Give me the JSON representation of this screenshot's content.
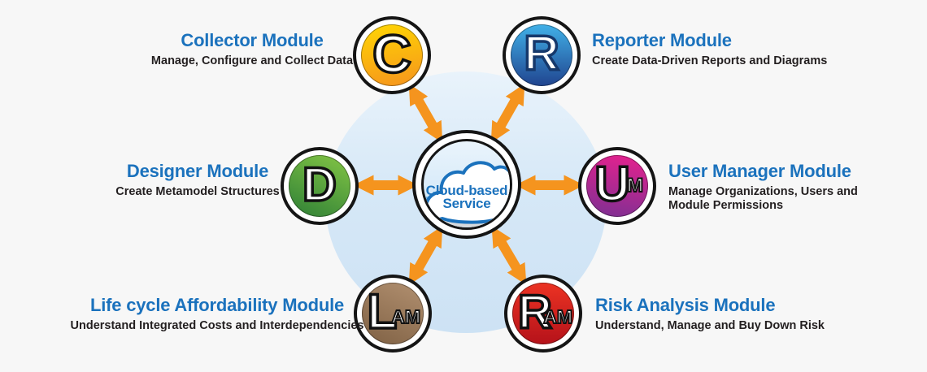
{
  "colors": {
    "title_blue": "#1b72bd",
    "subtitle_text": "#231f20",
    "arrow_orange": "#f5941e",
    "cloud_outline": "#1b72bd",
    "page_background": "#f7f7f7",
    "halo_top": "#e9f3fb",
    "halo_bottom": "#cde2f4"
  },
  "center": {
    "line1": "Cloud-based",
    "line2": "Service"
  },
  "modules": [
    {
      "id": "collector",
      "title": "Collector Module",
      "subtitle": "Manage, Configure and Collect Data",
      "letter": "C",
      "suffix": "",
      "icon_top": "#ffd603",
      "icon_bottom": "#f6941d",
      "letter_outline": "#111111"
    },
    {
      "id": "reporter",
      "title": "Reporter Module",
      "subtitle": "Create Data-Driven Reports and Diagrams",
      "letter": "R",
      "suffix": "",
      "icon_top": "#41b1e8",
      "icon_bottom": "#20448f",
      "letter_outline": "#16386b"
    },
    {
      "id": "designer",
      "title": "Designer Module",
      "subtitle": "Create Metamodel Structures",
      "letter": "D",
      "suffix": "",
      "icon_top": "#84c645",
      "icon_bottom": "#2e7f36",
      "letter_outline": "#111111"
    },
    {
      "id": "user-manager",
      "title": "User Manager Module",
      "subtitle": "Manage Organizations, Users and\nModule Permissions",
      "letter": "U",
      "suffix": "M",
      "icon_top": "#e8218e",
      "icon_bottom": "#7c3093",
      "letter_outline": "#111111"
    },
    {
      "id": "lam",
      "title": "Life cycle Affordability Module",
      "subtitle": "Understand Integrated Costs and Interdependencies",
      "letter": "L",
      "suffix": "AM",
      "icon_top": "#b29070",
      "icon_bottom": "#7f6144",
      "letter_outline": "#111111"
    },
    {
      "id": "ram",
      "title": "Risk Analysis Module",
      "subtitle": "Understand, Manage and Buy Down Risk",
      "letter": "R",
      "suffix": "AM",
      "icon_top": "#ec3323",
      "icon_bottom": "#b5121a",
      "letter_outline": "#111111"
    }
  ]
}
